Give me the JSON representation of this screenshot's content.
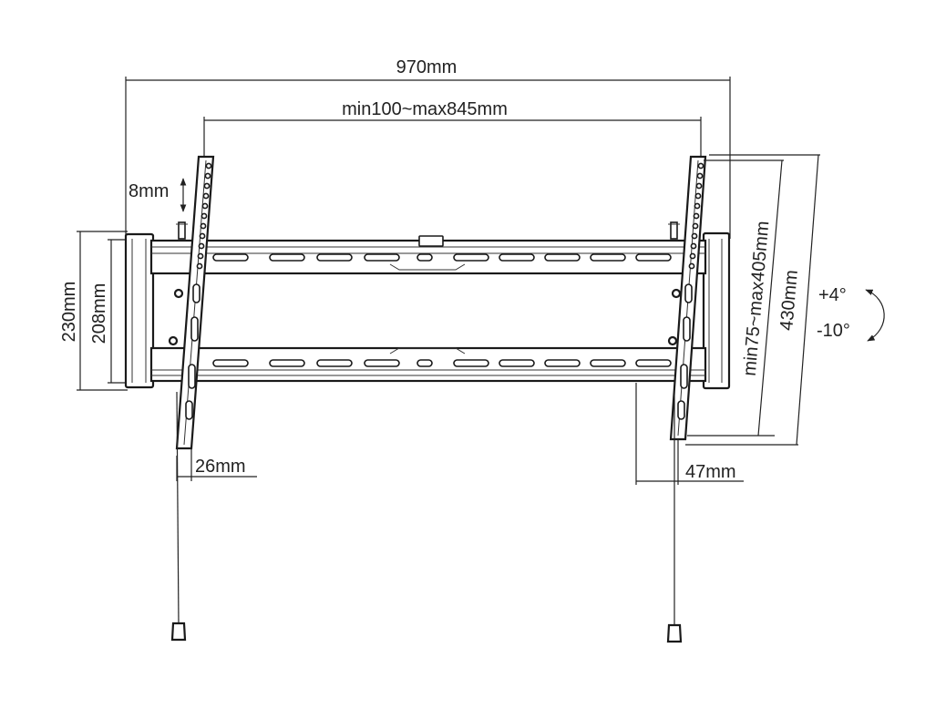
{
  "labels": {
    "overall_width": "970mm",
    "vesa_width": "min100~max845mm",
    "adjust_height": "8mm",
    "rail_height": "230mm",
    "inner_height": "208mm",
    "left_offset": "26mm",
    "right_offset": "47mm",
    "vesa_height": "min75~max405mm",
    "arm_height": "430mm",
    "tilt_up": "+4°",
    "tilt_down": "-10°"
  },
  "colors": {
    "line": "#222222",
    "background": "#ffffff"
  }
}
